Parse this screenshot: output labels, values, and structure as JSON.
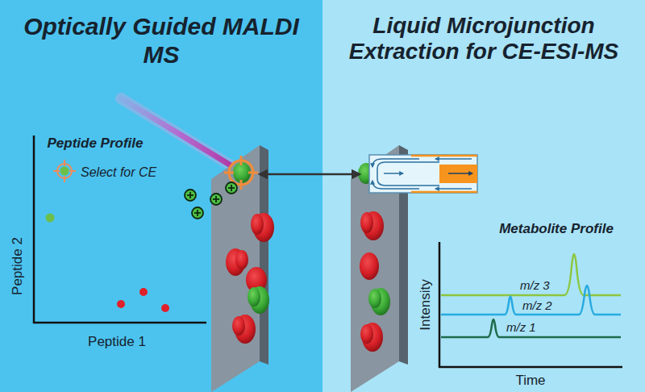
{
  "diagram": {
    "nodes": [
      {
        "text": [
          "Optically Guided MALDI MS"
        ]
      },
      {
        "text": [
          "Liquid Microjunction Extraction for CE-ESI-MS"
        ]
      }
    ],
    "labels": [
      "Peptide Profile",
      "Select for CE",
      "Peptide 2",
      "Peptide 1",
      "Metabolite Profile",
      "m/z 3",
      "m/z 2",
      "m/z 1",
      "Intensity",
      "Time"
    ]
  }
}
